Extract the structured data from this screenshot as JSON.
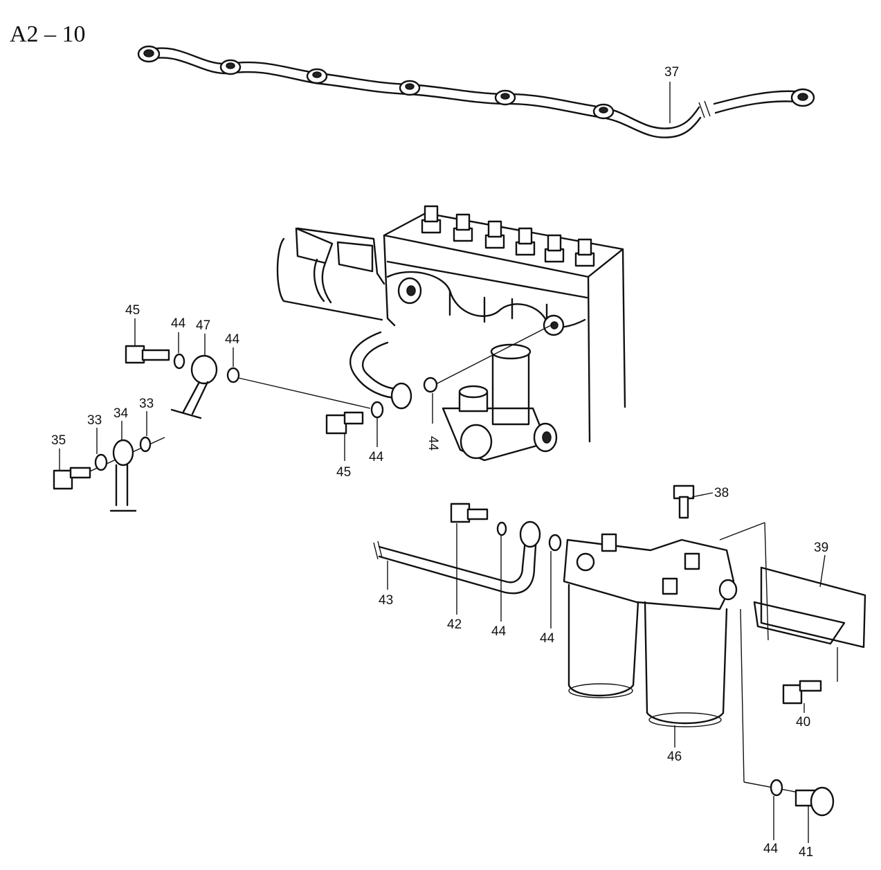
{
  "title": "A2 – 10",
  "labels": {
    "l37": "37",
    "l38": "38",
    "l39": "39",
    "l40": "40",
    "l41": "41",
    "l42": "42",
    "l43": "43",
    "l46": "46",
    "l45a": "45",
    "l45b": "45",
    "l47": "47",
    "l44a": "44",
    "l44b": "44",
    "l44c": "44",
    "l44d": "44",
    "l44e": "44",
    "l44f": "44",
    "l44g": "44",
    "l33a": "33",
    "l33b": "33",
    "l34": "34",
    "l35": "35"
  },
  "colors": {
    "ink": "#111111",
    "paper": "#ffffff"
  }
}
